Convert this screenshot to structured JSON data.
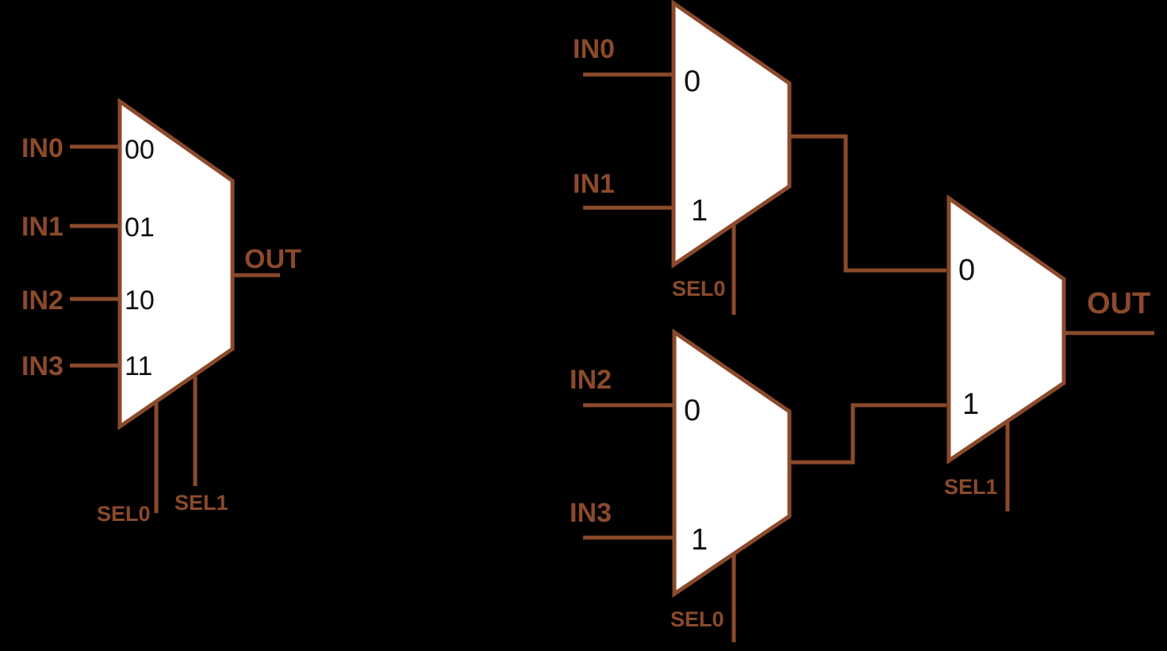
{
  "colors": {
    "background": "#000000",
    "line": "#8B4A2B",
    "mux_fill": "#FFFFFF",
    "digit_text": "#111111"
  },
  "mux4to1": {
    "inputs": [
      {
        "label": "IN0",
        "select_code": "00"
      },
      {
        "label": "IN1",
        "select_code": "01"
      },
      {
        "label": "IN2",
        "select_code": "10"
      },
      {
        "label": "IN3",
        "select_code": "11"
      }
    ],
    "output_label": "OUT",
    "selects": [
      {
        "label": "SEL0"
      },
      {
        "label": "SEL1"
      }
    ]
  },
  "mux2to1_tree": {
    "top_mux": {
      "inputs": [
        "IN0",
        "IN1"
      ],
      "ports": [
        "0",
        "1"
      ],
      "select_label": "SEL0"
    },
    "bottom_mux": {
      "inputs": [
        "IN2",
        "IN3"
      ],
      "ports": [
        "0",
        "1"
      ],
      "select_label": "SEL0"
    },
    "output_mux": {
      "ports": [
        "0",
        "1"
      ],
      "select_label": "SEL1",
      "output_label": "OUT"
    }
  }
}
